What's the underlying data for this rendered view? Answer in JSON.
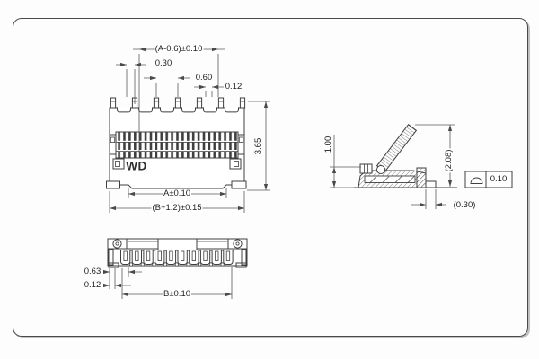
{
  "front_view": {
    "marking": "WD",
    "dims": {
      "top_group": "(A-0.6)±0.10",
      "pad": "0.30",
      "pitch": "0.60",
      "pin_width": "0.12",
      "height": "3.65",
      "contact_span": "A±0.10",
      "overall_width": "(B+1.2)±0.15"
    }
  },
  "side_view": {
    "dims": {
      "body_height": "1.00",
      "overall_height": "(2.08)",
      "tail": "(0.30)"
    },
    "tolerance_value": "0.10"
  },
  "bottom_view": {
    "dims": {
      "edge_to_pin": "0.63",
      "pin_offset": "0.12",
      "pin_span": "B±0.10"
    }
  }
}
